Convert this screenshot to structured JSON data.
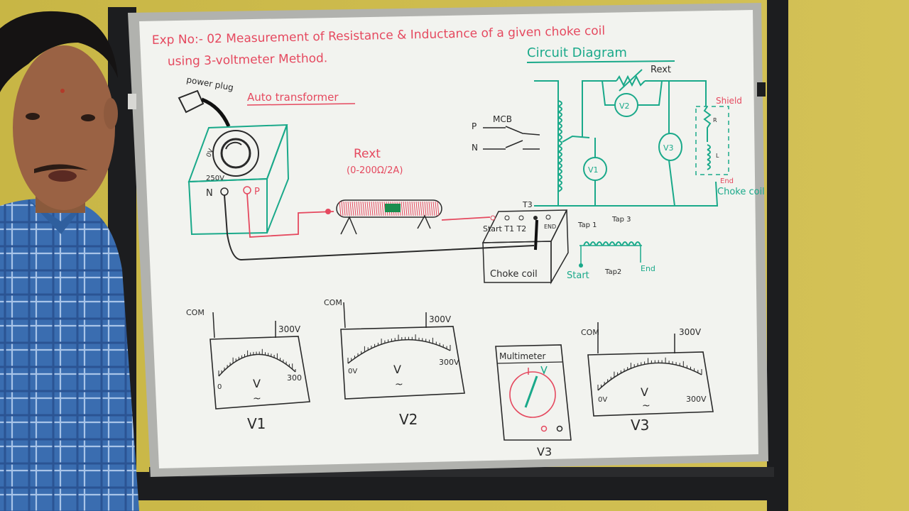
{
  "colors": {
    "wall": "#cdbb48",
    "board": "#f2f3ef",
    "frame": "#a9aaa6",
    "stand": "#1b1c1e",
    "red_ink": "#e5495f",
    "green_ink": "#1aa98a",
    "black_ink": "#2a2a2a",
    "shirt": "#3b6fb3"
  },
  "title": {
    "line1": "Exp No:- 02   Measurement of Resistance & Inductance of a given choke coil",
    "line2": "using 3-voltmeter Method."
  },
  "circuit_title": "Circuit Diagram",
  "labels": {
    "autotransformer": "Auto transformer",
    "power_plug": "power plug",
    "rext_heading": "Rext",
    "rext_rating": "(0-200Ω/2A)",
    "neutral": "N",
    "phase": "P",
    "dial_0v": "0V",
    "dial_250v": "250V",
    "mcb": "MCB",
    "mcb_p": "P",
    "mcb_n": "N",
    "rext_circuit": "Rext",
    "v1_circle": "V1",
    "v2_circle": "V2",
    "v3_circle": "V3",
    "shield": "Shield",
    "r_label": "R",
    "l_label": "L",
    "end_label": "End",
    "choke_coil_circuit": "Choke coil",
    "t3": "T3",
    "start_t1_t2": "Start T1 T2",
    "end_terminal": "END",
    "choke_coil_box": "Choke coil",
    "tap1": "Tap 1",
    "tap3": "Tap 3",
    "tap2": "Tap2",
    "start_green": "Start",
    "end_green": "End"
  },
  "meters": [
    {
      "com": "COM",
      "range": "300V",
      "zero": "0",
      "max": "300",
      "unit": "V",
      "name": "V1"
    },
    {
      "com": "COM",
      "range": "300V",
      "zero": "0V",
      "max": "300V",
      "unit": "V",
      "name": "V2"
    },
    {
      "com": "COM",
      "range": "300V",
      "zero": "0V",
      "max": "300V",
      "unit": "V",
      "name": "V3"
    }
  ],
  "multimeter": {
    "title": "Multimeter",
    "name": "V3"
  }
}
